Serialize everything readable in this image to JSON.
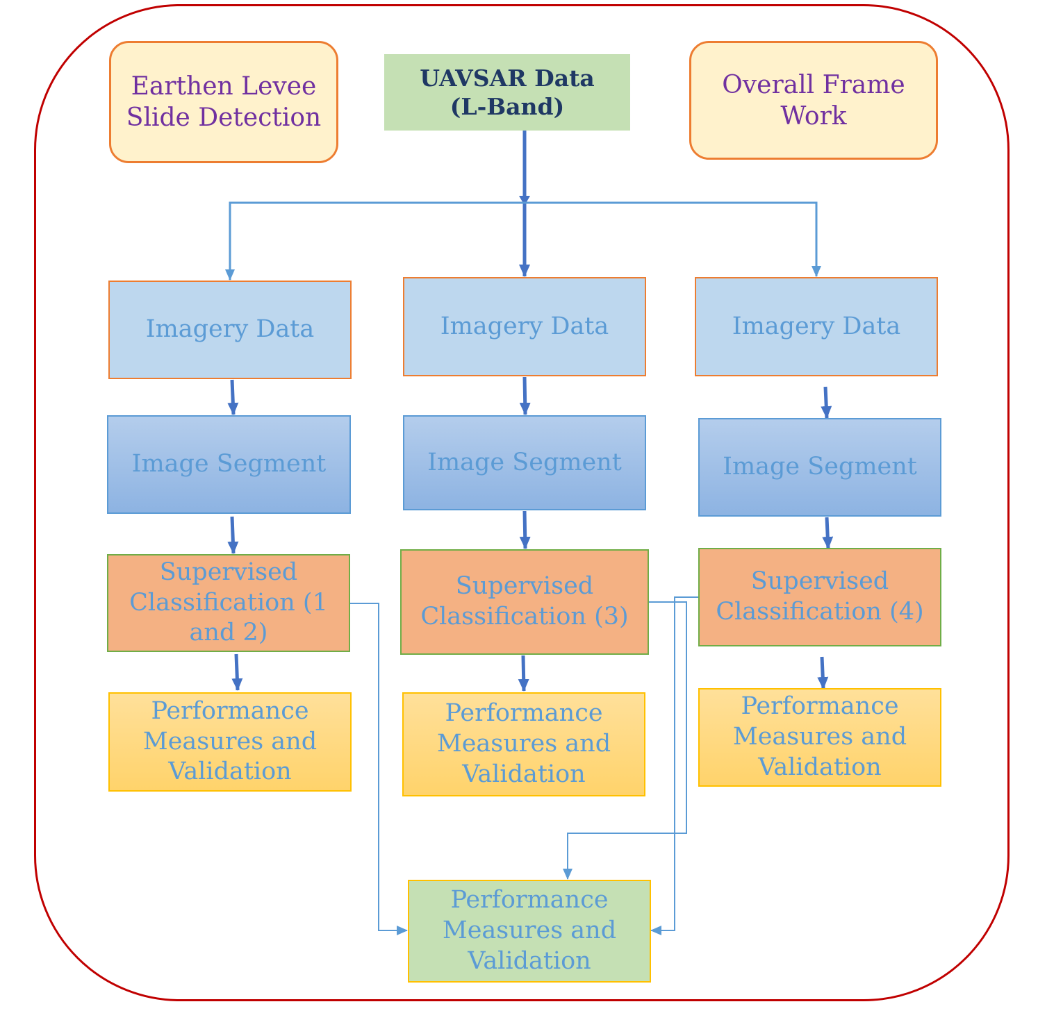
{
  "notes": {
    "left": "Earthen Levee\nSlide Detection",
    "right": "Overall Frame\nWork"
  },
  "source": {
    "label": "UAVSAR Data\n(L-Band)"
  },
  "columns": [
    {
      "imagery": "Imagery Data",
      "segment": "Image Segment",
      "classification": "Supervised\nClassification (1\nand 2)",
      "performance": "Performance\nMeasures and\nValidation"
    },
    {
      "imagery": "Imagery Data",
      "segment": "Image Segment",
      "classification": "Supervised\nClassification (3)",
      "performance": "Performance\nMeasures and\nValidation"
    },
    {
      "imagery": "Imagery Data",
      "segment": "Image Segment",
      "classification": "Supervised\nClassification (4)",
      "performance": "Performance\nMeasures and\nValidation"
    }
  ],
  "final": {
    "label": "Performance\nMeasures and\nValidation"
  },
  "colors": {
    "frame": "#c00000",
    "connector_dark": "#4472c4",
    "connector_light": "#5b9bd5",
    "note_text": "#7030a0",
    "source_text": "#1f3864",
    "box_text": "#5b9bd5"
  }
}
